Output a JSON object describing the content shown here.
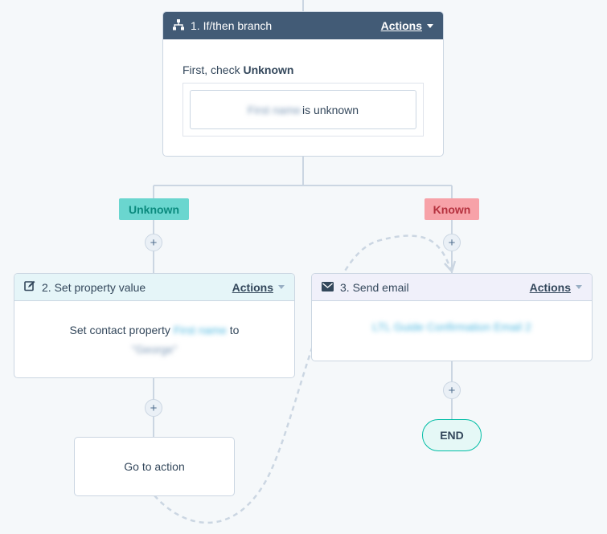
{
  "branch_card": {
    "title": "1. If/then branch",
    "actions_label": "Actions",
    "check_prefix": "First, check ",
    "check_target": "Unknown",
    "condition_property": "First name",
    "condition_text": "is unknown"
  },
  "branches": {
    "unknown_label": "Unknown",
    "known_label": "Known"
  },
  "set_property_card": {
    "title": "2. Set property value",
    "actions_label": "Actions",
    "text_prefix": "Set contact property",
    "property": "First name",
    "text_mid": "to",
    "value": "\"George\""
  },
  "send_email_card": {
    "title": "3. Send email",
    "actions_label": "Actions",
    "email_name": "LTL Guide Confirmation Email 2"
  },
  "goto_card": {
    "label": "Go to action"
  },
  "end_node": {
    "label": "END"
  },
  "plus_symbol": "+",
  "colors": {
    "branch_header": "#425b76",
    "unknown_tag_bg": "#6ad6cf",
    "unknown_tag_text": "#0b8a7e",
    "known_tag_bg": "#f7a2a8",
    "known_tag_text": "#b5313e",
    "end_bg": "#e5f8f6",
    "end_border": "#00bda5"
  }
}
